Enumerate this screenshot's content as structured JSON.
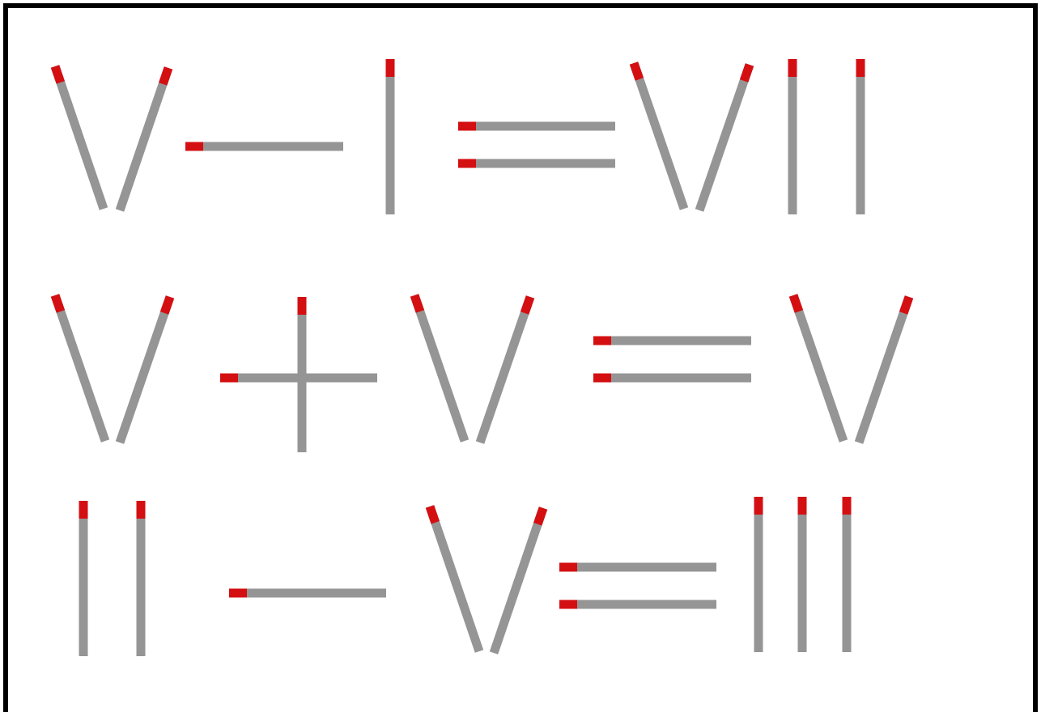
{
  "puzzle": {
    "equations": [
      {
        "id": "eq1",
        "glyphs": [
          {
            "symbol": "V",
            "meaning": "numeral-v"
          },
          {
            "symbol": "−",
            "meaning": "minus"
          },
          {
            "symbol": "I",
            "meaning": "numeral-i"
          },
          {
            "symbol": "=",
            "meaning": "equals"
          },
          {
            "symbol": "V",
            "meaning": "numeral-v"
          },
          {
            "symbol": "I",
            "meaning": "numeral-i"
          },
          {
            "symbol": "I",
            "meaning": "numeral-i"
          }
        ]
      },
      {
        "id": "eq2",
        "glyphs": [
          {
            "symbol": "V",
            "meaning": "numeral-v"
          },
          {
            "symbol": "+",
            "meaning": "plus"
          },
          {
            "symbol": "V",
            "meaning": "numeral-v"
          },
          {
            "symbol": "=",
            "meaning": "equals"
          },
          {
            "symbol": "V",
            "meaning": "numeral-v"
          }
        ]
      },
      {
        "id": "eq3",
        "glyphs": [
          {
            "symbol": "I",
            "meaning": "numeral-i"
          },
          {
            "symbol": "I",
            "meaning": "numeral-i"
          },
          {
            "symbol": "−",
            "meaning": "minus"
          },
          {
            "symbol": "V",
            "meaning": "numeral-v"
          },
          {
            "symbol": "=",
            "meaning": "equals"
          },
          {
            "symbol": "I",
            "meaning": "numeral-i"
          },
          {
            "symbol": "I",
            "meaning": "numeral-i"
          },
          {
            "symbol": "I",
            "meaning": "numeral-i"
          }
        ]
      }
    ]
  },
  "colors": {
    "match_stick": "#959595",
    "match_head": "#d40f12",
    "frame": "#000000",
    "background": "#ffffff"
  }
}
